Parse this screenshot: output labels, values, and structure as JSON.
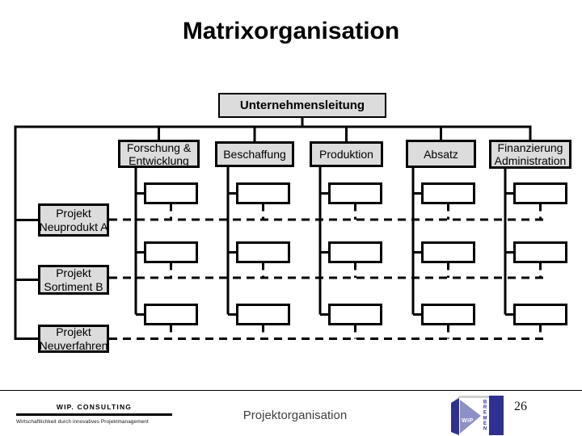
{
  "slide": {
    "title": "Matrixorganisation",
    "org_chart": {
      "top_box": "Unternehmensleitung",
      "departments": [
        "Forschung &\nEntwicklung",
        "Beschaffung",
        "Produktion",
        "Absatz",
        "Finanzierung\nAdministration"
      ],
      "projects": [
        "Projekt\nNeuprodukt A",
        "Projekt\nSortiment B",
        "Projekt\nNeuverfahren"
      ]
    },
    "footer": {
      "brand": "WIP. CONSULTING",
      "tagline": "Wirtschaftlichkeit durch innovatives Projektmanagement",
      "section_title": "Projektorganisation",
      "page_number": "26",
      "logo": {
        "acronym": "WIP",
        "city": "BREMEN"
      }
    },
    "colors": {
      "box_fill": "#dcdcdc",
      "line": "#000000",
      "logo_navy": "#2e3192",
      "logo_periwinkle": "#8d8fc7",
      "logo_top_face": "#cfcfcf"
    }
  }
}
